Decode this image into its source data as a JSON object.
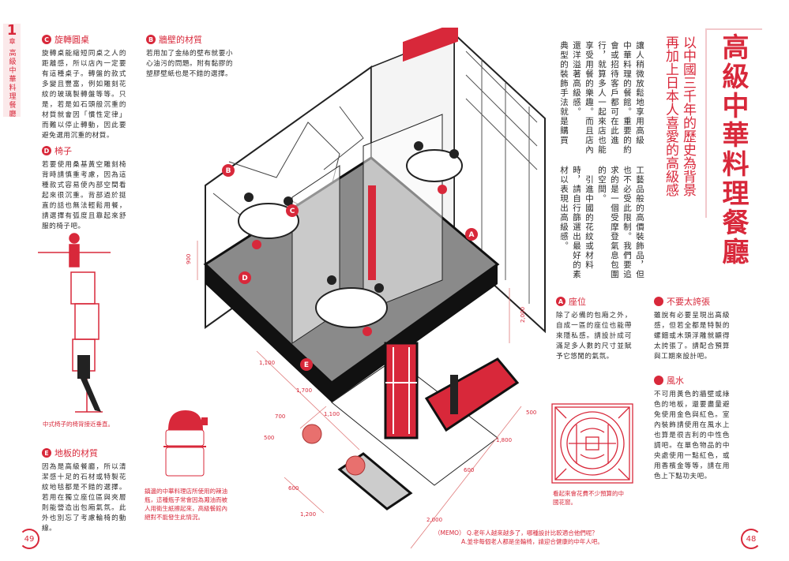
{
  "chapter": {
    "number": "1",
    "label": "章",
    "title": "高級中華料理餐廳"
  },
  "title": "高級中華料理餐廳",
  "subtitle": [
    "以中國三千年的歷史為背景",
    "再加上日本人喜愛的高級感"
  ],
  "body_top": [
    "讓人稍微放鬆地享用高級",
    "中華料理的餐館。重要的約",
    "會或招待客戶都可在此進",
    "行，就算多人一起來店也能",
    "享受用餐的樂趣。而且店內",
    "還洋溢著高級感。",
    "典型的裝飾手法就是購買"
  ],
  "body_bottom": [
    "工藝品般的高價裝飾品，但",
    "也不必受此限制。我們要追",
    "求的是一個受摩登氣息包圍",
    "的空間。",
    "　引進中國的花紋或材料",
    "時，請自行篩選出最好的素",
    "材以表現出高級感。"
  ],
  "sections": {
    "C": {
      "badge": "C",
      "title": "旋轉圓桌",
      "text": "旋轉桌能縮短同桌之人的距離感，所以店內一定要有這種桌子。轉盤的款式多變且豐富，例如雕刻花紋的玻璃製轉盤等等。只是，若是如石頭般沉重的材質就會因「慣性定律」而難以停止轉動，因此要避免選用沉重的材質。"
    },
    "B": {
      "badge": "B",
      "title": "牆壁的材質",
      "text": "若用加了金絲的壁布就要小心油污的問題。附有黏膠的塑膠壁紙也是不錯的選擇。"
    },
    "D": {
      "badge": "D",
      "title": "椅子",
      "text": "若要使用桑基黃空雕刻椅背時請慎重考慮，因為這種款式容易使內部空間看起來很沉重。背部過於挺直的話也無法輕鬆用餐，請選擇有弧度且靠起來舒服的椅子吧。"
    },
    "E": {
      "badge": "E",
      "title": "地板的材質",
      "text": "因為是高級餐廳，所以清潔感十足的石材或特製花紋地毯都是不錯的選擇。若用在獨立座位區與夾層則能營造出包廂氣氛。此外也別忘了考慮輪椅的動線。"
    },
    "A": {
      "badge": "A",
      "title": "座位",
      "text": "除了必備的包廂之外，自成一區的座位也能帶來隱私感。請設計成可滿足多人數的尺寸並賦予它悠閒的氣氛。"
    },
    "no_exaggeration": {
      "title": "不要太誇張",
      "text": "雖說有必要呈現出高級感，但若全都是特製的螺鈿或木頭浮雕就顯得太誇張了。請配合預算與工期來設計吧。"
    },
    "fengshui": {
      "title": "風水",
      "text": "不可用黃色的牆壁或綠色的地板，還要盡量避免使用金色與紅色。室內裝飾請使用在風水上也算是很吉利的中性色調吧。在單色物品的中央處使用一點紅色，或用香檳金等等，請在用色上下點功夫吧。"
    }
  },
  "captions": {
    "chair": "中式椅子的椅背接近垂直。",
    "bottle": "鎮邊的中華料理店所使用的辣油瓶，這種瓶子常會因為濺油而被人用衛生紙擦起來，高級餐館內絕對不能發生此情況。",
    "window": "看起來會花費不少預算的中國花窗。"
  },
  "diagram": {
    "labels": [
      "A",
      "B",
      "C",
      "D",
      "E"
    ],
    "dimensions": [
      "900",
      "2,000",
      "1,100",
      "1,700",
      "700",
      "1,100",
      "500",
      "500",
      "1,800",
      "600",
      "1,200",
      "600",
      "2,000"
    ]
  },
  "memo": {
    "tag": "（MEMO）",
    "q": "Q.老年人越來越多了，哪種設計比較適合他們呢？",
    "a": "A.並非每個老人都是坐輪椅，請迎合健康的中年人吧。"
  },
  "pages": {
    "left": "49",
    "right": "48"
  },
  "colors": {
    "accent": "#d8283a",
    "floor": "#8a8a8a"
  }
}
